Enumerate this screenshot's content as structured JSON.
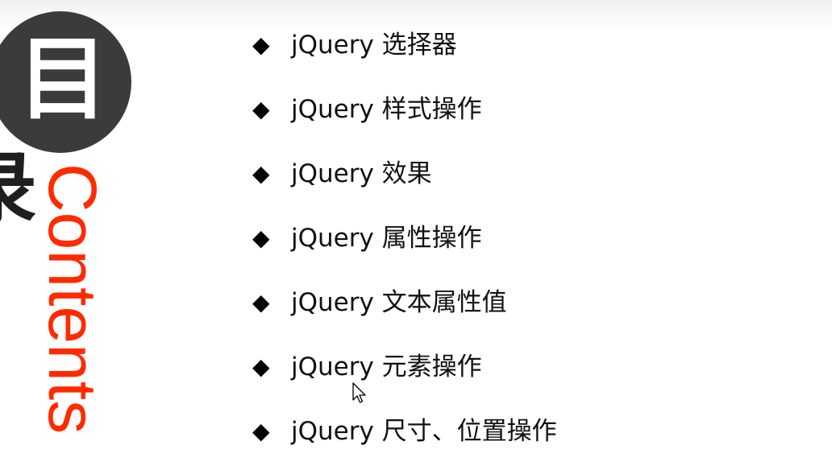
{
  "sidebar": {
    "circle_char": "目",
    "partial_char": "录",
    "contents_word": "Contents"
  },
  "toc": {
    "bullet_symbol": "◆",
    "items": [
      {
        "label": "jQuery 选择器"
      },
      {
        "label": "jQuery 样式操作"
      },
      {
        "label": "jQuery 效果"
      },
      {
        "label": "jQuery 属性操作"
      },
      {
        "label": "jQuery 文本属性值"
      },
      {
        "label": "jQuery 元素操作"
      },
      {
        "label": "jQuery 尺寸、位置操作"
      }
    ]
  },
  "colors": {
    "accent": "#ff2a00",
    "circle": "#3b3b3b",
    "text": "#111111"
  },
  "cursor": {
    "icon": "mouse-pointer-icon"
  }
}
